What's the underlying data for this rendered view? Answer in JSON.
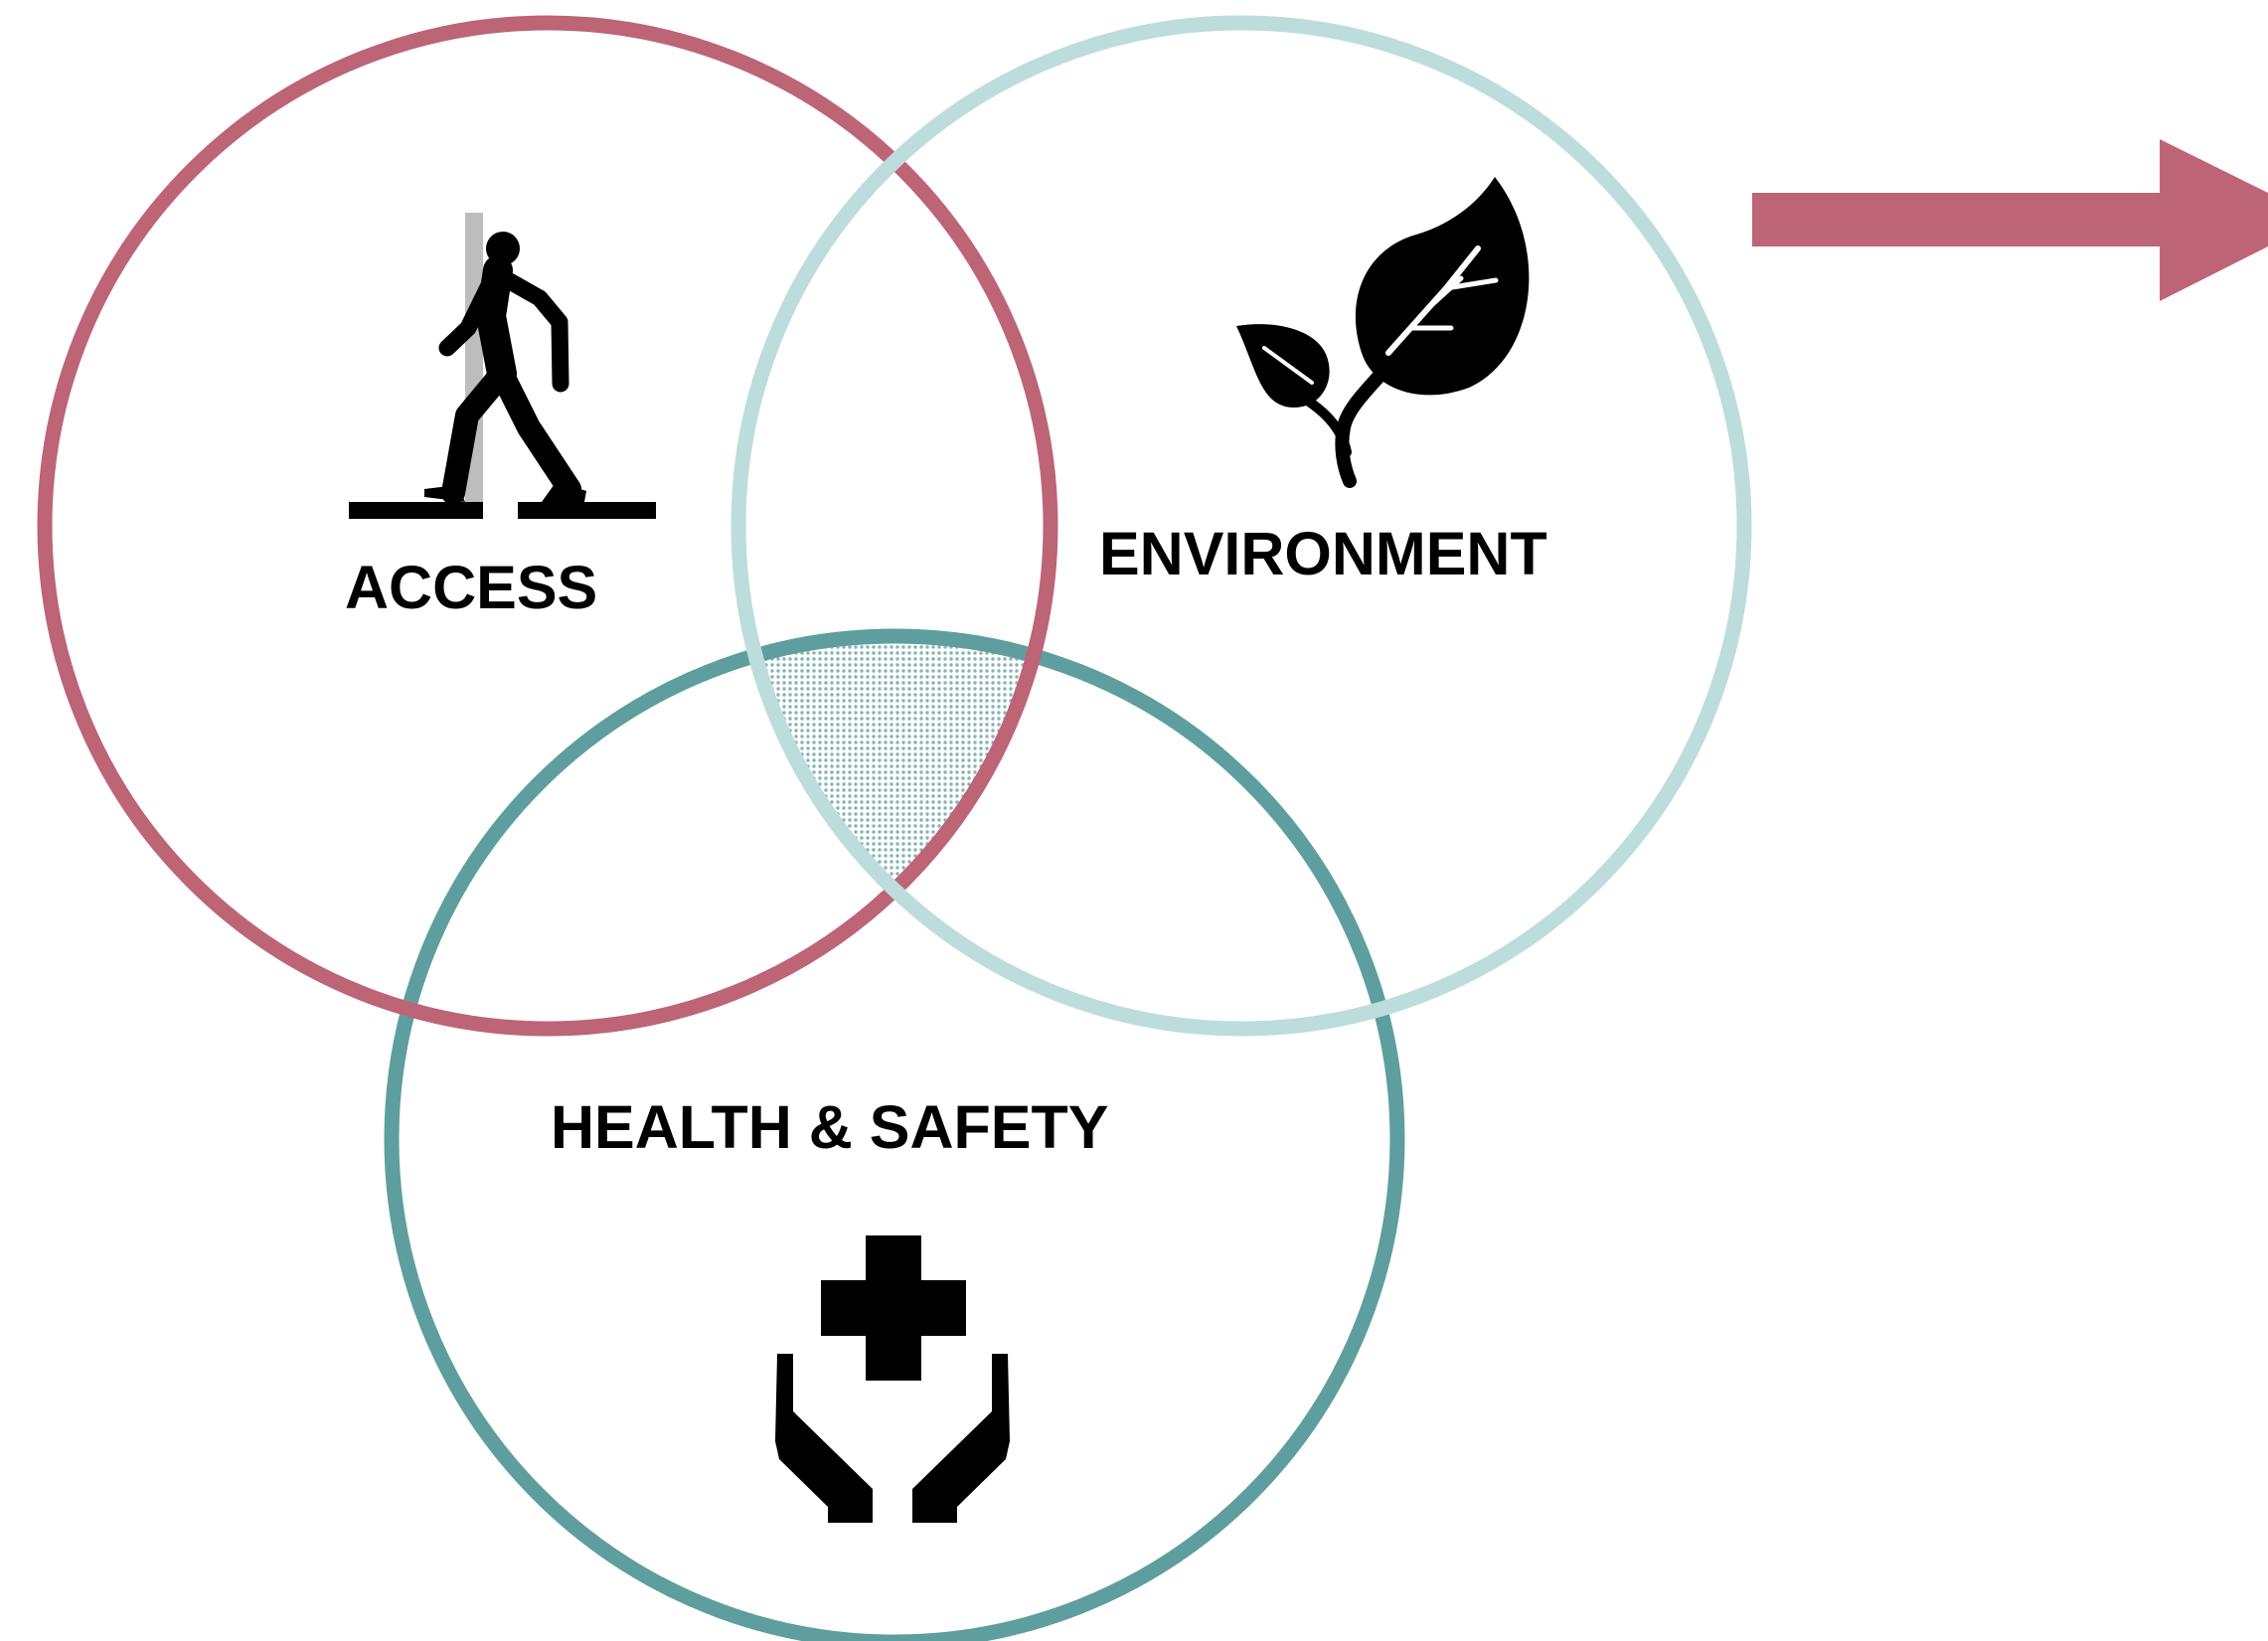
{
  "colors": {
    "access_ring": "#BD6477",
    "environment_ring": "#BCDDDC",
    "health_ring": "#5E9E9E",
    "overlap_fill": "#9EC3C3",
    "arrow": "#BD6477",
    "icon": "#000000",
    "background": "#FFFFFF"
  },
  "circles": {
    "access": {
      "label": "ACCESS",
      "icon": "walking-person-icon"
    },
    "environment": {
      "label": "ENVIRONMENT",
      "icon": "leaf-sprout-icon"
    },
    "health_safety": {
      "label": "HEALTH & SAFETY",
      "icon": "hands-holding-cross-icon"
    }
  },
  "arrow": {
    "direction": "right"
  }
}
